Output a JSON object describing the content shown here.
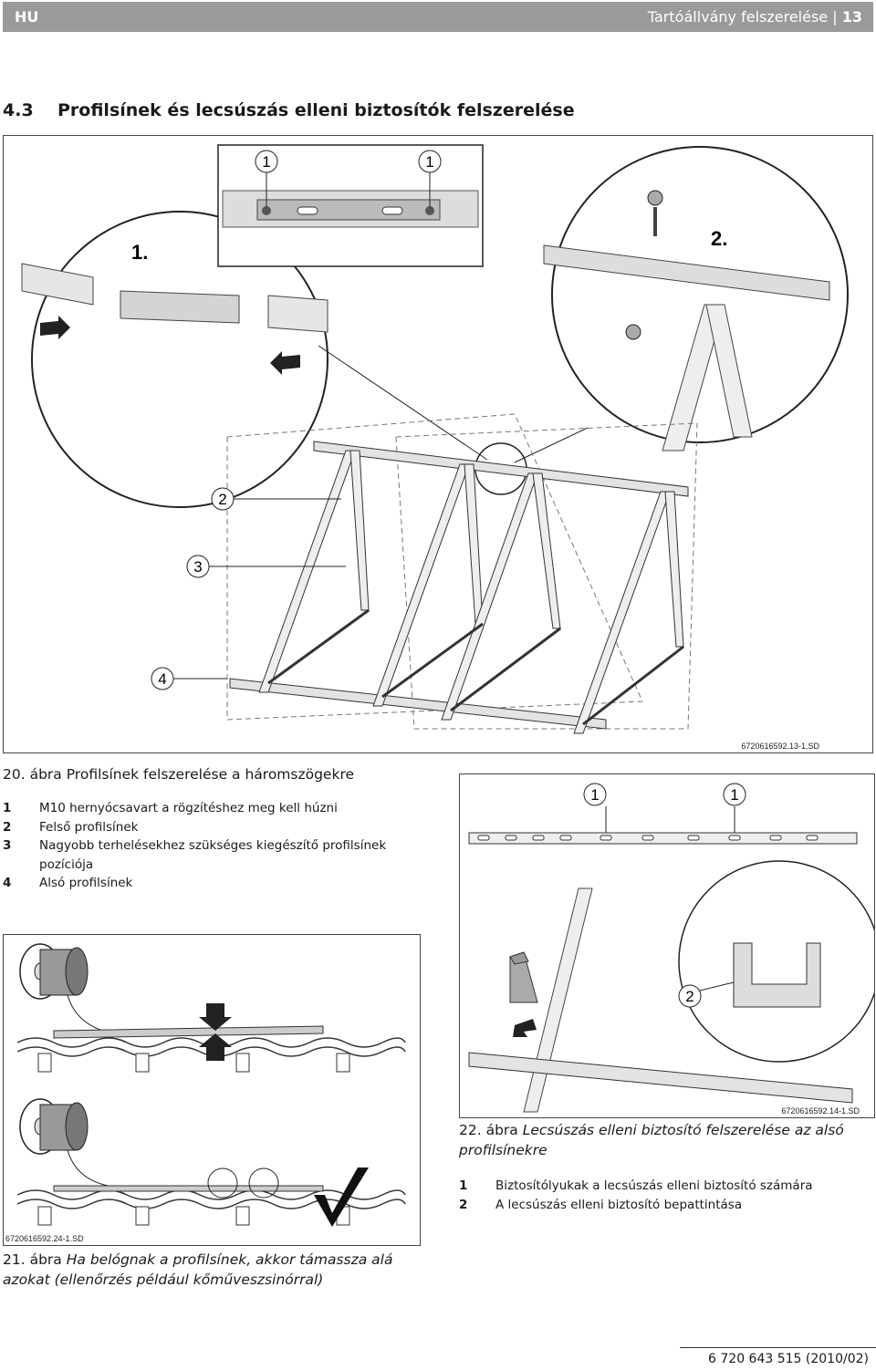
{
  "header": {
    "lang": "HU",
    "title": "Tartóállvány felszerelése",
    "sep": "|",
    "page": "13"
  },
  "section": {
    "number": "4.3",
    "title": "Profilsínek és lecsúszás elleni biztosítók felszerelése"
  },
  "figure20": {
    "code": "6720616592.13-1.SD",
    "callouts": [
      "1",
      "1",
      "2",
      "3",
      "4"
    ],
    "steps": [
      "1.",
      "2."
    ],
    "caption_num": "20. ábra",
    "caption_text": "Profilsínek felszerelése a háromszögekre",
    "legend": [
      {
        "key": "1",
        "text": "M10 hernyócsavart a rögzítéshez meg kell húzni"
      },
      {
        "key": "2",
        "text": "Felső profilsínek"
      },
      {
        "key": "3",
        "text": "Nagyobb terhelésekhez szükséges kiegészítő profilsínek pozíciója"
      },
      {
        "key": "4",
        "text": "Alsó profilsínek"
      }
    ]
  },
  "figure21": {
    "code": "6720616592.24-1.SD",
    "caption_num": "21. ábra",
    "caption_text": "Ha belógnak a profilsínek, akkor támassza alá azokat (ellenőrzés például kőműveszsinórral)"
  },
  "figure22": {
    "code": "6720616592.14-1.SD",
    "callouts": [
      "1",
      "1",
      "2"
    ],
    "caption_num": "22. ábra",
    "caption_text": "Lecsúszás elleni biztosító felszerelése az alsó profilsínekre",
    "legend": [
      {
        "key": "1",
        "text": "Biztosítólyukak a lecsúszás elleni biztosító számára"
      },
      {
        "key": "2",
        "text": "A lecsúszás elleni biztosító bepattintása"
      }
    ]
  },
  "footer": {
    "doc_number": "6 720 643 515 (2010/02)"
  }
}
